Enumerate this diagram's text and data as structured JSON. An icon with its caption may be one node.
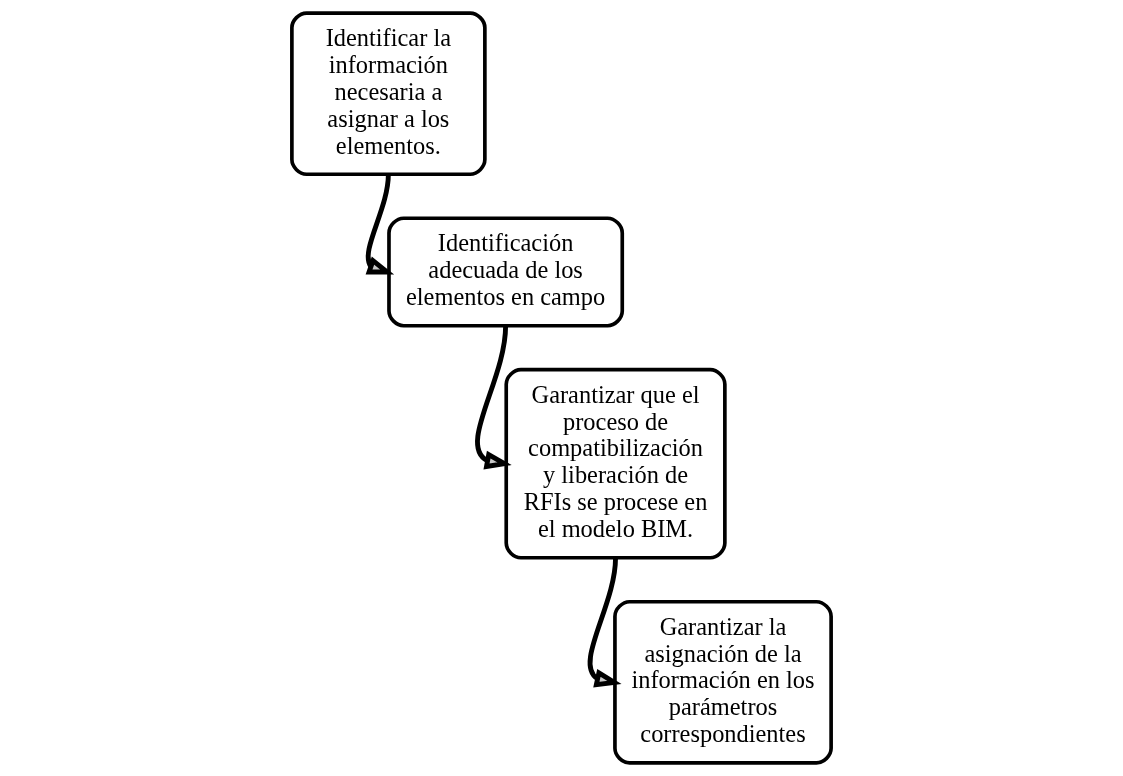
{
  "diagram": {
    "nodes": [
      {
        "text": [
          "Identificar la información necesaria a asignar a los elementos."
        ]
      },
      {
        "text": [
          "Identificación adecuada de los elementos en campo"
        ]
      },
      {
        "text": [
          "Garantizar que el proceso de compatibilización y liberación de RFIs se procese en el modelo BIM."
        ]
      },
      {
        "text": [
          "Garantizar la asignación de la información en los parámetros correspondientes"
        ]
      }
    ],
    "edges": [
      {
        "from": 0,
        "to": 1,
        "arrow": "to"
      },
      {
        "from": 1,
        "to": 2,
        "arrow": "to"
      },
      {
        "from": 2,
        "to": 3,
        "arrow": "to"
      }
    ]
  }
}
